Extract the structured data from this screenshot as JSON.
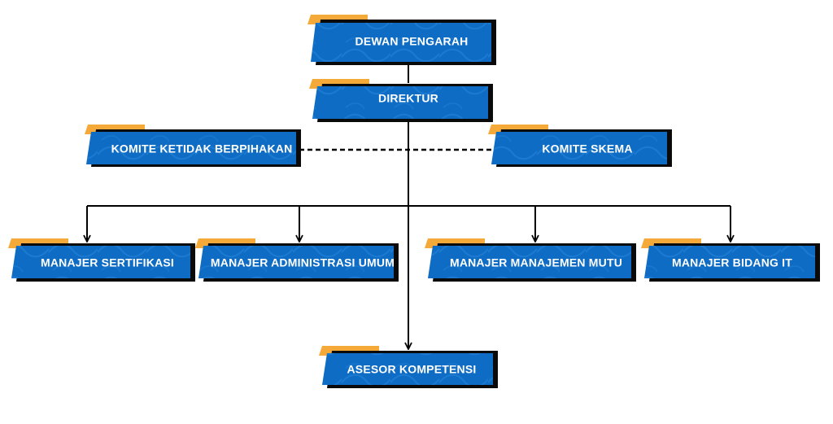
{
  "nodes": {
    "dewan": "DEWAN PENGARAH",
    "direktur": "DIREKTUR",
    "ketidak": "KOMITE KETIDAK BERPIHAKAN",
    "skema": "KOMITE SKEMA",
    "sertifikasi": "MANAJER SERTIFIKASI",
    "administrasi": "MANAJER ADMINISTRASI UMUM",
    "mutu": "MANAJER MANAJEMEN MUTU",
    "it": "MANAJER BIDANG IT",
    "asesor": "ASESOR KOMPETENSI"
  },
  "colors": {
    "box_fill": "#0e6cc4",
    "box_shadow": "#0a0a0a",
    "tab": "#f4a938",
    "line": "#000000",
    "background": "#ffffff"
  }
}
